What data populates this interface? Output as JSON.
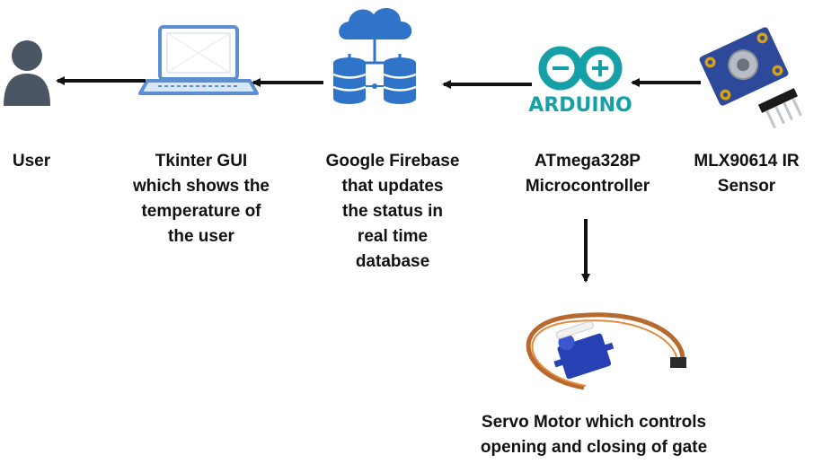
{
  "nodes": {
    "user": {
      "label": "User",
      "icon": "user-person-icon"
    },
    "gui": {
      "label": "Tkinter GUI\nwhich shows the\ntemperature of\nthe user",
      "icon": "laptop-icon"
    },
    "firebase": {
      "label": "Google Firebase\nthat updates\nthe status in\nreal time\ndatabase",
      "icon": "cloud-database-icon"
    },
    "microcontroller": {
      "label": "ATmega328P\nMicrocontroller",
      "icon": "arduino-logo-icon",
      "logo_text": "ARDUINO"
    },
    "sensor": {
      "label": "MLX90614 IR\nSensor",
      "icon": "ir-sensor-board-icon"
    },
    "servo": {
      "label": "Servo Motor which controls\nopening and closing of gate",
      "icon": "servo-motor-icon"
    }
  },
  "colors": {
    "arrow": "#111111",
    "user_icon": "#4b5563",
    "laptop": "#5b8fd0",
    "firebase": "#2f74c8",
    "arduino": "#15a0a8",
    "sensor_board": "#2d4a9a",
    "servo_body": "#2741b4",
    "servo_cable": "#b86a2e"
  }
}
